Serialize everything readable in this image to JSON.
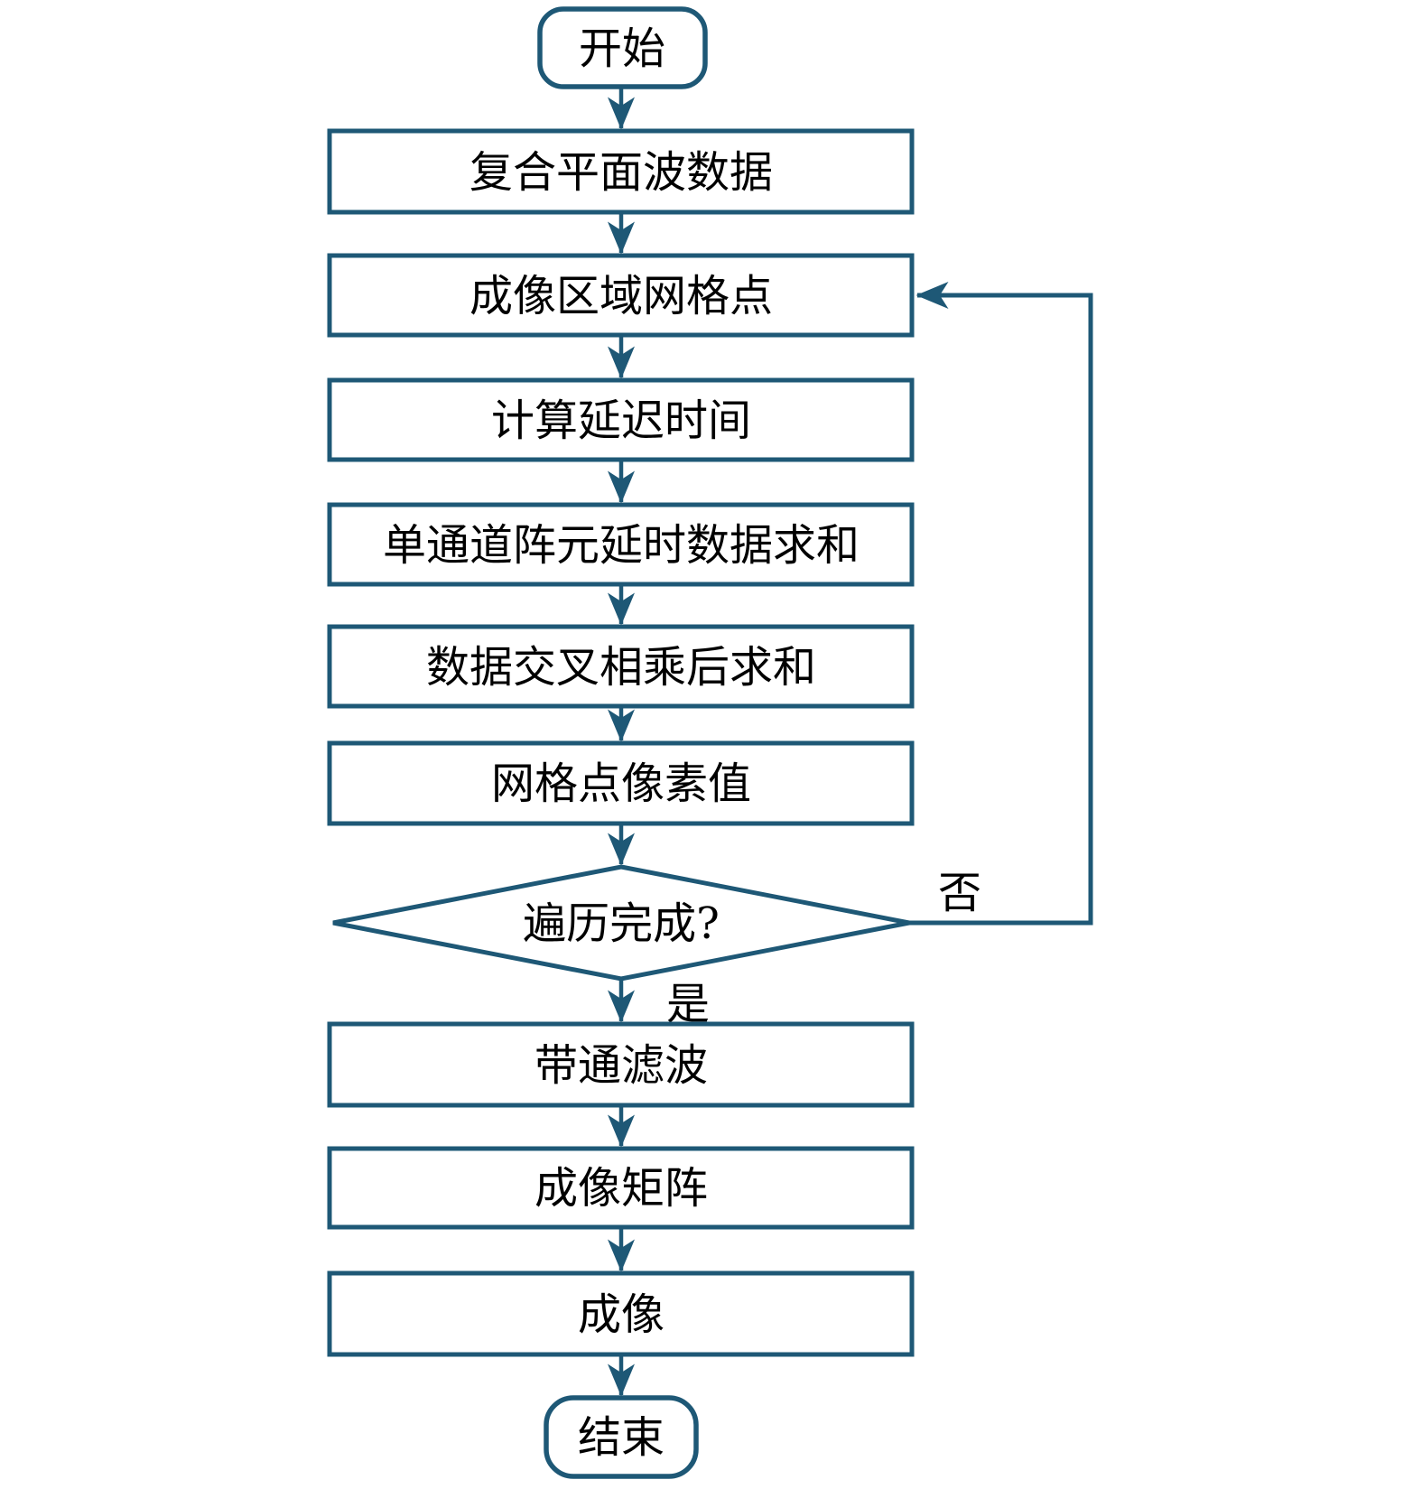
{
  "flowchart": {
    "nodes": {
      "start": {
        "label": "开始",
        "type": "terminator"
      },
      "plane_wave_data": {
        "label": "复合平面波数据",
        "type": "process"
      },
      "grid_points": {
        "label": "成像区域网格点",
        "type": "process"
      },
      "delay_time": {
        "label": "计算延迟时间",
        "type": "process"
      },
      "channel_delay_sum": {
        "label": "单通道阵元延时数据求和",
        "type": "process"
      },
      "cross_multiply_sum": {
        "label": "数据交叉相乘后求和",
        "type": "process"
      },
      "pixel_value": {
        "label": "网格点像素值",
        "type": "process"
      },
      "traversal_done": {
        "label": "遍历完成?",
        "type": "decision"
      },
      "bandpass_filter": {
        "label": "带通滤波",
        "type": "process"
      },
      "imaging_matrix": {
        "label": "成像矩阵",
        "type": "process"
      },
      "imaging": {
        "label": "成像",
        "type": "process"
      },
      "end": {
        "label": "结束",
        "type": "terminator"
      }
    },
    "branch_labels": {
      "yes": "是",
      "no": "否"
    },
    "colors": {
      "stroke": "#1E5876",
      "text": "#000000",
      "background": "#FFFFFF"
    }
  }
}
